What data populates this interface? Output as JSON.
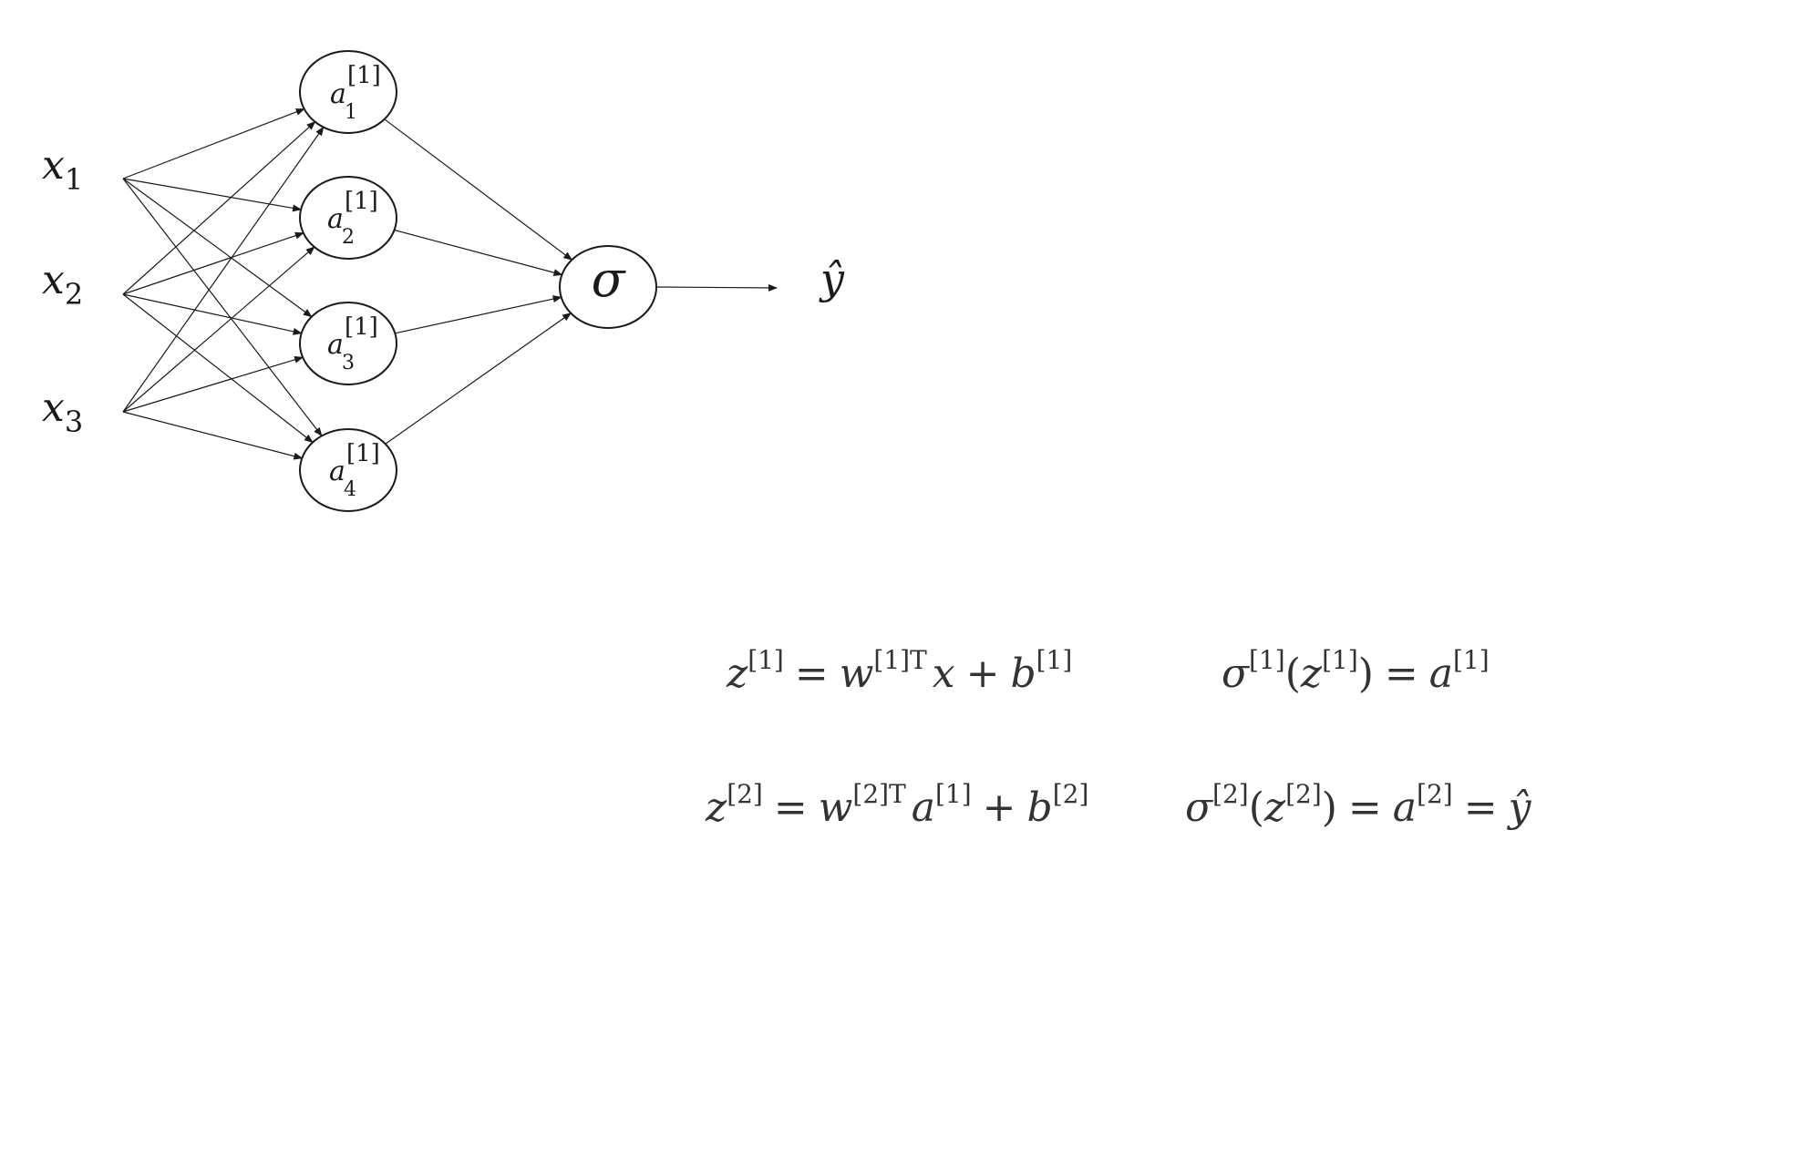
{
  "diagram": {
    "inputs": [
      {
        "var": "x",
        "sub": "1"
      },
      {
        "var": "x",
        "sub": "2"
      },
      {
        "var": "x",
        "sub": "3"
      }
    ],
    "hidden_nodes": [
      {
        "var": "a",
        "sub": "1",
        "sup": "[1]"
      },
      {
        "var": "a",
        "sub": "2",
        "sup": "[1]"
      },
      {
        "var": "a",
        "sub": "3",
        "sup": "[1]"
      },
      {
        "var": "a",
        "sub": "4",
        "sup": "[1]"
      }
    ],
    "output_node": {
      "label": "σ"
    },
    "output_label": "ŷ"
  },
  "equations": {
    "eq1": {
      "z": "z",
      "z_sup": "[1]",
      "eq": "=",
      "w": "w",
      "w_sup": "[1]T",
      "x": "x",
      "plus": "+",
      "b": "b",
      "b_sup": "[1]"
    },
    "eq2": {
      "s": "σ",
      "s_sup": "[1]",
      "open": "(",
      "z": "z",
      "z_sup": "[1]",
      "close": ")",
      "eq": "=",
      "a": "a",
      "a_sup": "[1]"
    },
    "eq3": {
      "z": "z",
      "z_sup": "[2]",
      "eq": "=",
      "w": "w",
      "w_sup": "[2]T",
      "a": "a",
      "a_sup": "[1]",
      "plus": "+",
      "b": "b",
      "b_sup": "[2]"
    },
    "eq4": {
      "s": "σ",
      "s_sup": "[2]",
      "open": "(",
      "z": "z",
      "z_sup": "[2]",
      "close": ")",
      "eq": "=",
      "a": "a",
      "a_sup": "[2]",
      "eq2": "=",
      "yhat": "ŷ"
    }
  }
}
